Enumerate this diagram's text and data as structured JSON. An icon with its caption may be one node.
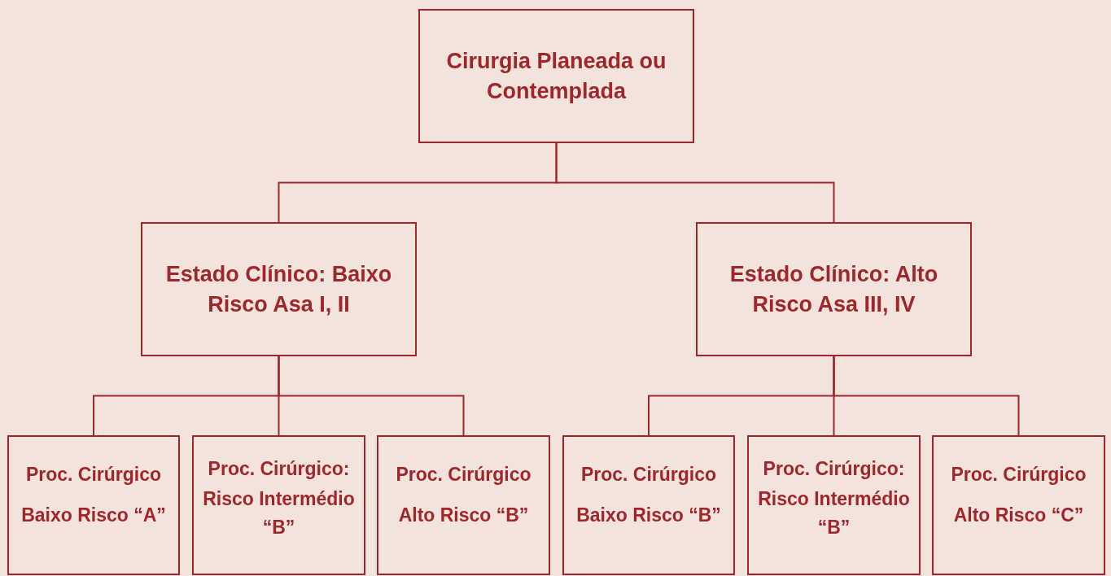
{
  "diagram": {
    "nodes": [
      {
        "text": [
          "Cirurgia Planeada ou Contemplada"
        ]
      },
      {
        "text": [
          "Estado Clínico: Baixo Risco Asa I, II"
        ]
      },
      {
        "text": [
          "Estado Clínico: Alto Risco Asa III, IV"
        ]
      },
      {
        "text": [
          "Proc. Cirúrgico",
          "Baixo Risco “A”"
        ]
      },
      {
        "text": [
          "Proc. Cirúrgico:",
          "Risco Intermédio “B”"
        ]
      },
      {
        "text": [
          "Proc. Cirúrgico",
          "Alto Risco “B”"
        ]
      },
      {
        "text": [
          "Proc. Cirúrgico",
          "Baixo Risco “B”"
        ]
      },
      {
        "text": [
          "Proc. Cirúrgico:",
          "Risco Intermédio “B”"
        ]
      },
      {
        "text": [
          "Proc. Cirúrgico",
          "Alto Risco “C”"
        ]
      }
    ],
    "edges": [
      {
        "from": 0,
        "to": 1,
        "arrow": "none"
      },
      {
        "from": 0,
        "to": 2,
        "arrow": "none"
      },
      {
        "from": 1,
        "to": 3,
        "arrow": "none"
      },
      {
        "from": 1,
        "to": 4,
        "arrow": "none"
      },
      {
        "from": 1,
        "to": 5,
        "arrow": "none"
      },
      {
        "from": 2,
        "to": 6,
        "arrow": "none"
      },
      {
        "from": 2,
        "to": 7,
        "arrow": "none"
      },
      {
        "from": 2,
        "to": 8,
        "arrow": "none"
      }
    ]
  }
}
